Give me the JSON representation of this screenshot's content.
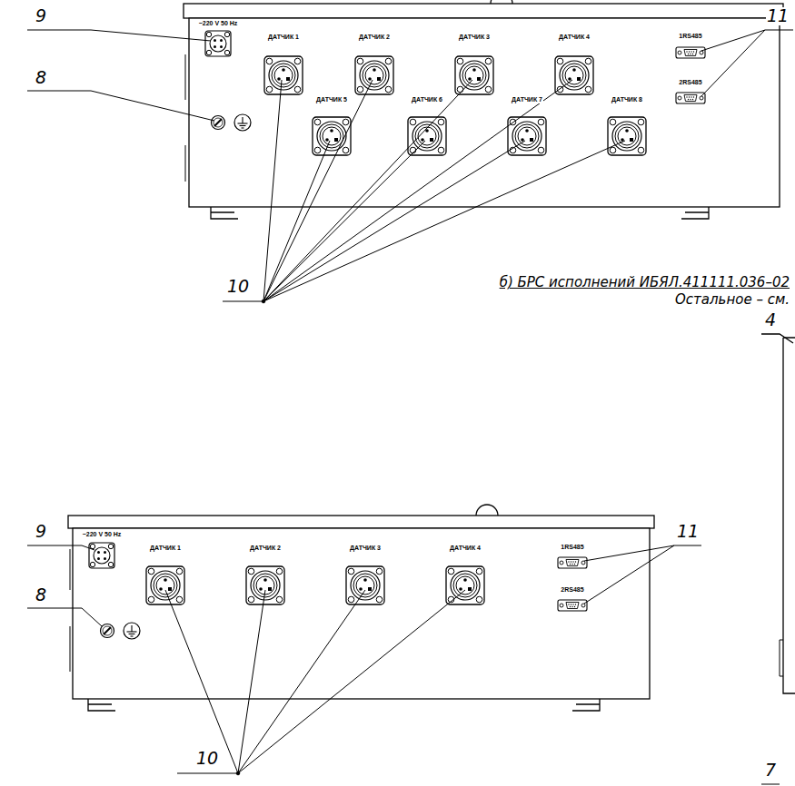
{
  "diagram": {
    "labels": [
      "9",
      "8",
      "~220 V 50 Hz",
      "ДАТЧИК 1",
      "ДАТЧИК 2",
      "ДАТЧИК 3",
      "ДАТЧИК 4",
      "ДАТЧИК 5",
      "ДАТЧИК 6",
      "ДАТЧИК 7",
      "ДАТЧИК 8",
      "1RS485",
      "2RS485",
      "11",
      "10",
      "б) БРС исполнений ИБЯЛ.411111.036–02",
      "Остальное – см.",
      "4",
      "9",
      "8",
      "~220 V 50 Hz",
      "ДАТЧИК 1",
      "ДАТЧИК 2",
      "ДАТЧИК 3",
      "ДАТЧИК 4",
      "1RS485",
      "2RS485",
      "11",
      "10",
      "7"
    ]
  }
}
